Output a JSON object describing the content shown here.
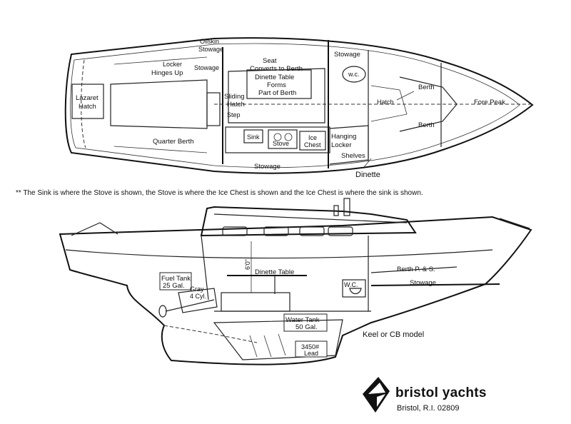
{
  "plan_labels": {
    "oilskin_stowage": [
      "Oilskin",
      "Stowage"
    ],
    "stowage_top": "Stowage",
    "stowage_left": "Stowage",
    "seat": [
      "Seat",
      "Converts to Berth"
    ],
    "locker": [
      "Locker",
      "Hinges Up"
    ],
    "dinette_table": [
      "Dinette Table",
      "Forms",
      "Part of Berth"
    ],
    "wc": "w.c.",
    "berth_upper": "Berth",
    "berth_lower": "Berth",
    "hatch_fwd": "Hatch",
    "fore_peak": "Fore Peak",
    "lazaret": [
      "Lazaret",
      "Hatch"
    ],
    "sliding_hatch": [
      "Sliding",
      "Hatch"
    ],
    "step": "Step",
    "quarter_berth": "Quarter Berth",
    "sink": "Sink",
    "stove": "Stove",
    "ice_chest": [
      "Ice",
      "Chest"
    ],
    "hanging_locker": [
      "Hanging",
      "Locker"
    ],
    "shelves": "Shelves",
    "stowage_bottom": "Stowage",
    "dinette": "Dinette"
  },
  "note": "** The Sink is where the Stove is shown, the Stove is where the Ice Chest is shown and the Ice Chest is where the sink is shown.",
  "profile_labels": {
    "headroom": "6'0\"",
    "dinette_table": "Dinette Table",
    "berth_ps": "Berth P. & S.",
    "stowage": "Stowage",
    "wc": "W.C.",
    "fuel_tank": [
      "Fuel Tank",
      "25 Gal."
    ],
    "engine": [
      "Gray",
      "4 Cyl."
    ],
    "water_tank": [
      "Water Tank",
      "50 Gal."
    ],
    "keel_model": "Keel or CB model",
    "lead": [
      "3450#",
      "Lead"
    ]
  },
  "brand": {
    "name": "bristol yachts",
    "address": "Bristol, R.I. 02809"
  }
}
